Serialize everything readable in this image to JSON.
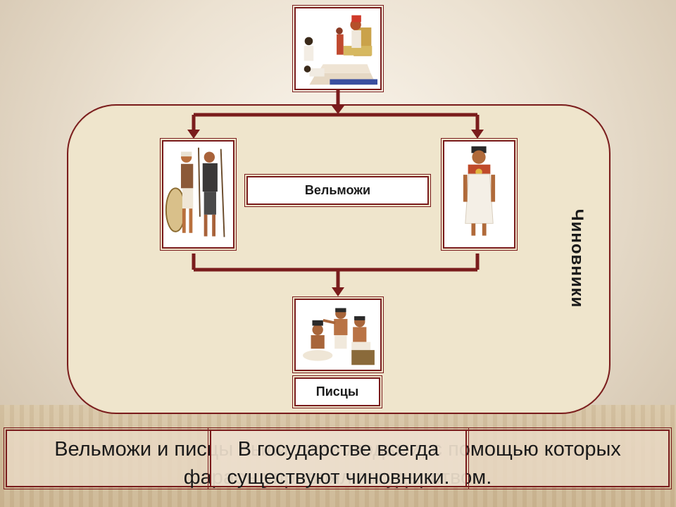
{
  "diagram": {
    "group_label": "Чиновники",
    "nobles_label": "Вельможи",
    "scribes_label": "Писцы"
  },
  "images": {
    "pharaoh": "pharaoh-on-throne-image",
    "warriors": "warriors-image",
    "noble": "noble-image",
    "scribes": "scribes-image"
  },
  "text_panels": {
    "back_text": "Вельможи и писцы были теми людьми, с помощью которых фараон управлял государством.",
    "front_text": "В государстве всегда существуют чиновники."
  },
  "colors": {
    "frame": "#7a1c1c",
    "arrow": "#7a1c1c",
    "group_fill": "#efe5cc"
  }
}
